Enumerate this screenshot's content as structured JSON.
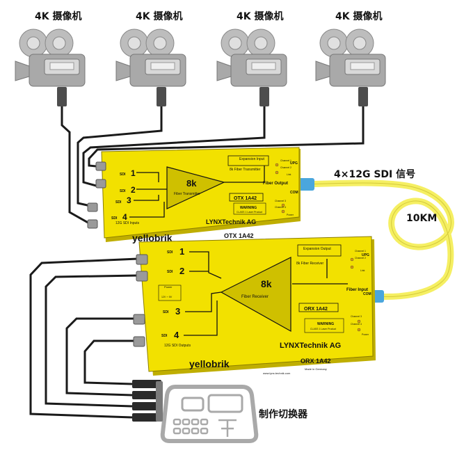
{
  "cameras": [
    {
      "label": "4K 摄像机"
    },
    {
      "label": "4K 摄像机"
    },
    {
      "label": "4K 摄像机"
    },
    {
      "label": "4K 摄像机"
    }
  ],
  "fiber": {
    "signal_label": "4×12G SDI 信号",
    "distance_label": "10KM"
  },
  "switcher": {
    "label": "制作切换器"
  },
  "transmitter": {
    "brand": "yellobrik",
    "triangle_title": "8k",
    "triangle_subtitle": "Fiber Transmitter",
    "model": "OTX 1A42",
    "channels": [
      "1",
      "2",
      "3",
      "4"
    ],
    "sdi": "SDI",
    "inputs_label": "12G SDI Inputs",
    "expansion_label": "Expansion Input",
    "module_label": "8k Fiber Transmitter",
    "fiber_label": "Fiber Output",
    "warning_title": "WARNING",
    "warning_text": "CLASS 1 Laser Product",
    "maker": "LYNXTechnik AG",
    "upg": "UPG",
    "com": "COM",
    "status_labels": [
      "Channel 1",
      "Channel 2",
      "Channel 3",
      "Channel 4",
      "Link",
      "Power"
    ]
  },
  "receiver": {
    "brand": "yellobrik",
    "triangle_title": "8k",
    "triangle_subtitle": "Fiber Receiver",
    "model": "ORX 1A42",
    "channels": [
      "1",
      "2",
      "3",
      "4"
    ],
    "sdi": "SDI",
    "outputs_label": "12G SDI Outputs",
    "expansion_label": "Expansion Output",
    "module_label": "8k Fiber Receiver",
    "fiber_label": "Fiber Input",
    "warning_title": "WARNING",
    "warning_text": "CLASS 1 Laser Product",
    "maker": "LYNXTechnik AG",
    "made_in": "Made in Germany",
    "website": "www.lynx-technik.com",
    "power_label": "Power",
    "power_spec": "12V ⎓ 5V",
    "upg": "UPG",
    "com": "COM",
    "status_labels": [
      "Channel 1",
      "Channel 2",
      "Channel 3",
      "Channel 4",
      "Link",
      "Power"
    ]
  },
  "colors": {
    "device_yellow": "#f2e100",
    "device_shadow": "#bfae00",
    "fiber_yellow": "#f5ef62",
    "fiber_blue": "#4aa6dd",
    "cable": "#1a1a1a",
    "camera_gray": "#a9a9a9"
  }
}
